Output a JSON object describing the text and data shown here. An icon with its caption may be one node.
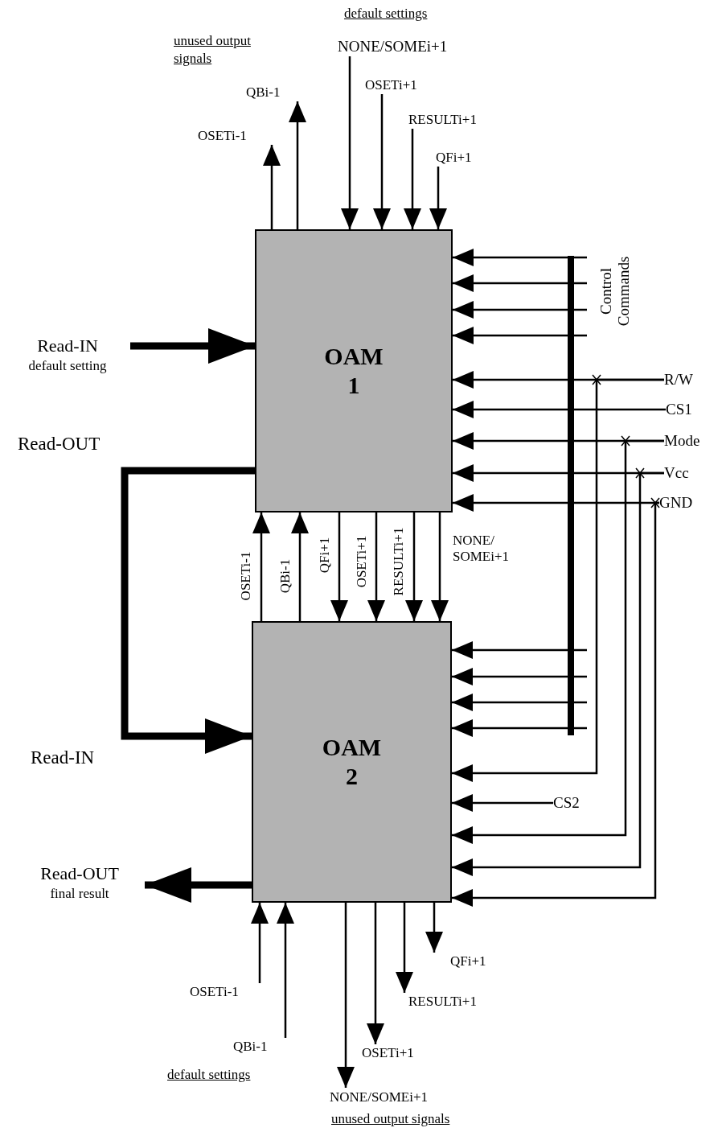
{
  "diagram": {
    "nodes": [
      {
        "text": [
          "OAM 1"
        ]
      },
      {
        "text": [
          "OAM 2"
        ]
      },
      {
        "text": [
          "OSETi-1"
        ]
      },
      {
        "text": [
          "QBi-1"
        ]
      },
      {
        "text": [
          "NONE/SOMEi+1"
        ]
      },
      {
        "text": [
          "OSETi+1"
        ]
      },
      {
        "text": [
          "RESULTi+1"
        ]
      },
      {
        "text": [
          "QFi+1"
        ]
      },
      {
        "text": [
          "Read-IN",
          "default setting"
        ]
      },
      {
        "text": [],
        "shape": "bar",
        "beside": [
          "Control Commands"
        ]
      },
      {
        "text": [
          "R/W"
        ]
      },
      {
        "text": [
          "CS1"
        ]
      },
      {
        "text": [
          "Mode"
        ]
      },
      {
        "text": [
          "Vcc"
        ]
      },
      {
        "text": [
          "GND"
        ]
      },
      {
        "text": [
          "CS2"
        ]
      },
      {
        "text": [
          "Read-OUT",
          "final result"
        ]
      },
      {
        "text": [
          "OSETi-1"
        ]
      },
      {
        "text": [
          "QBi-1"
        ]
      },
      {
        "text": [
          "NONE/SOMEi+1"
        ]
      },
      {
        "text": [
          "OSETi+1"
        ]
      },
      {
        "text": [
          "RESULTi+1"
        ]
      },
      {
        "text": [
          "QFi+1"
        ]
      }
    ],
    "edges": [
      {
        "from": 0,
        "to": 2,
        "arrow": "to"
      },
      {
        "from": 0,
        "to": 3,
        "arrow": "to"
      },
      {
        "from": 4,
        "to": 0,
        "arrow": "to"
      },
      {
        "from": 5,
        "to": 0,
        "arrow": "to"
      },
      {
        "from": 6,
        "to": 0,
        "arrow": "to"
      },
      {
        "from": 7,
        "to": 0,
        "arrow": "to"
      },
      {
        "from": 8,
        "to": 0,
        "arrow": "to",
        "style": "thick"
      },
      {
        "from": 0,
        "to": 1,
        "arrow": "to",
        "style": "thick"
      },
      {
        "from": 1,
        "to": 0,
        "arrow": "to",
        "label": "OSETi-1"
      },
      {
        "from": 1,
        "to": 0,
        "arrow": "to",
        "label": "QBi-1"
      },
      {
        "from": 0,
        "to": 1,
        "arrow": "to",
        "label": "QFi+1"
      },
      {
        "from": 0,
        "to": 1,
        "arrow": "to",
        "label": "OSETi+1"
      },
      {
        "from": 0,
        "to": 1,
        "arrow": "to",
        "label": "RESULTi+1"
      },
      {
        "from": 0,
        "to": 1,
        "arrow": "to",
        "label": "NONE/ SOMEi+1"
      },
      {
        "from": 9,
        "to": 0,
        "arrow": "to"
      },
      {
        "from": 9,
        "to": 0,
        "arrow": "to"
      },
      {
        "from": 9,
        "to": 0,
        "arrow": "to"
      },
      {
        "from": 9,
        "to": 0,
        "arrow": "to"
      },
      {
        "from": 9,
        "to": 1,
        "arrow": "to"
      },
      {
        "from": 9,
        "to": 1,
        "arrow": "to"
      },
      {
        "from": 9,
        "to": 1,
        "arrow": "to"
      },
      {
        "from": 9,
        "to": 1,
        "arrow": "to"
      },
      {
        "from": 10,
        "to": 0,
        "arrow": "to"
      },
      {
        "from": 10,
        "to": 1,
        "arrow": "to"
      },
      {
        "from": 11,
        "to": 0,
        "arrow": "to"
      },
      {
        "from": 12,
        "to": 0,
        "arrow": "to"
      },
      {
        "from": 12,
        "to": 1,
        "arrow": "to"
      },
      {
        "from": 13,
        "to": 0,
        "arrow": "to"
      },
      {
        "from": 13,
        "to": 1,
        "arrow": "to"
      },
      {
        "from": 14,
        "to": 0,
        "arrow": "to"
      },
      {
        "from": 14,
        "to": 1,
        "arrow": "to"
      },
      {
        "from": 15,
        "to": 1,
        "arrow": "to"
      },
      {
        "from": 1,
        "to": 16,
        "arrow": "to",
        "style": "thick"
      },
      {
        "from": 17,
        "to": 1,
        "arrow": "to"
      },
      {
        "from": 18,
        "to": 1,
        "arrow": "to"
      },
      {
        "from": 1,
        "to": 19,
        "arrow": "to"
      },
      {
        "from": 1,
        "to": 20,
        "arrow": "to"
      },
      {
        "from": 1,
        "to": 21,
        "arrow": "to"
      },
      {
        "from": 1,
        "to": 22,
        "arrow": "to"
      }
    ],
    "labels": [
      "default settings",
      "unused output signals",
      "Read-OUT",
      "Read-IN",
      "default settings",
      "unused output signals"
    ]
  }
}
